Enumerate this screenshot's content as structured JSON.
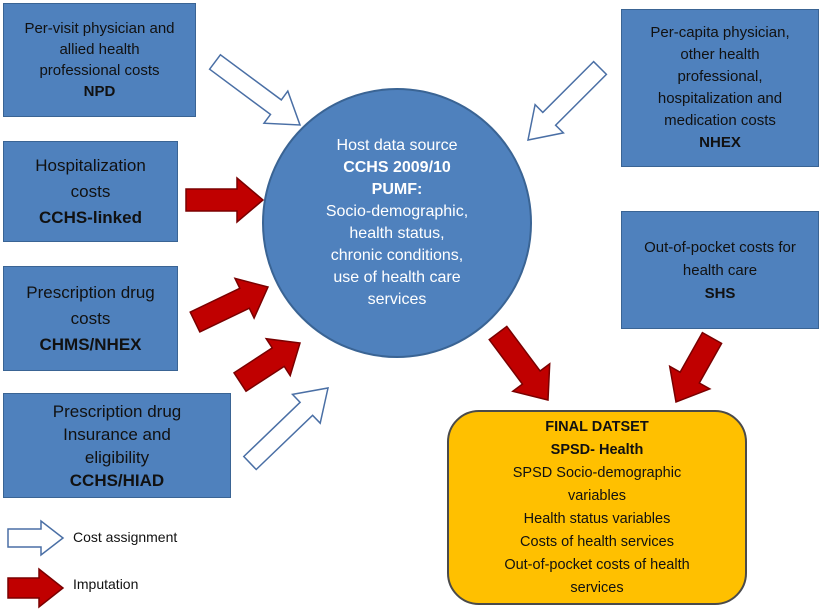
{
  "left_boxes": [
    {
      "lines": [
        "Per-visit physician and",
        "allied health",
        "professional costs"
      ],
      "source": "NPD"
    },
    {
      "lines": [
        "Hospitalization",
        "costs"
      ],
      "source": "CCHS-linked"
    },
    {
      "lines": [
        "Prescription drug",
        "costs"
      ],
      "source": "CHMS/NHEX"
    },
    {
      "lines": [
        "Prescription drug",
        "Insurance and",
        "eligibility"
      ],
      "source": "CCHS/HIAD"
    }
  ],
  "right_boxes": [
    {
      "lines": [
        "Per-capita physician,",
        "other health",
        "professional,",
        "hospitalization and",
        "medication costs"
      ],
      "source": "NHEX"
    },
    {
      "lines": [
        "Out-of-pocket costs for",
        "health care"
      ],
      "source": "SHS"
    }
  ],
  "host": {
    "line1": "Host data source",
    "bold1": "CCHS 2009/10",
    "bold2": "PUMF:",
    "rest": [
      "Socio-demographic,",
      "health status,",
      "chronic conditions,",
      "use of health care",
      "services"
    ]
  },
  "final": {
    "title": "FINAL DATSET",
    "subtitle": "SPSD- Health",
    "items": [
      "SPSD Socio-demographic",
      "variables",
      "Health status variables",
      "Costs of health services",
      "Out-of-pocket costs of health",
      "services"
    ]
  },
  "legend": {
    "cost_assignment": "Cost assignment",
    "imputation": "Imputation"
  },
  "colors": {
    "box_blue": "#4f81bd",
    "imputation_red": "#c00000",
    "final_yellow": "#ffc000"
  }
}
